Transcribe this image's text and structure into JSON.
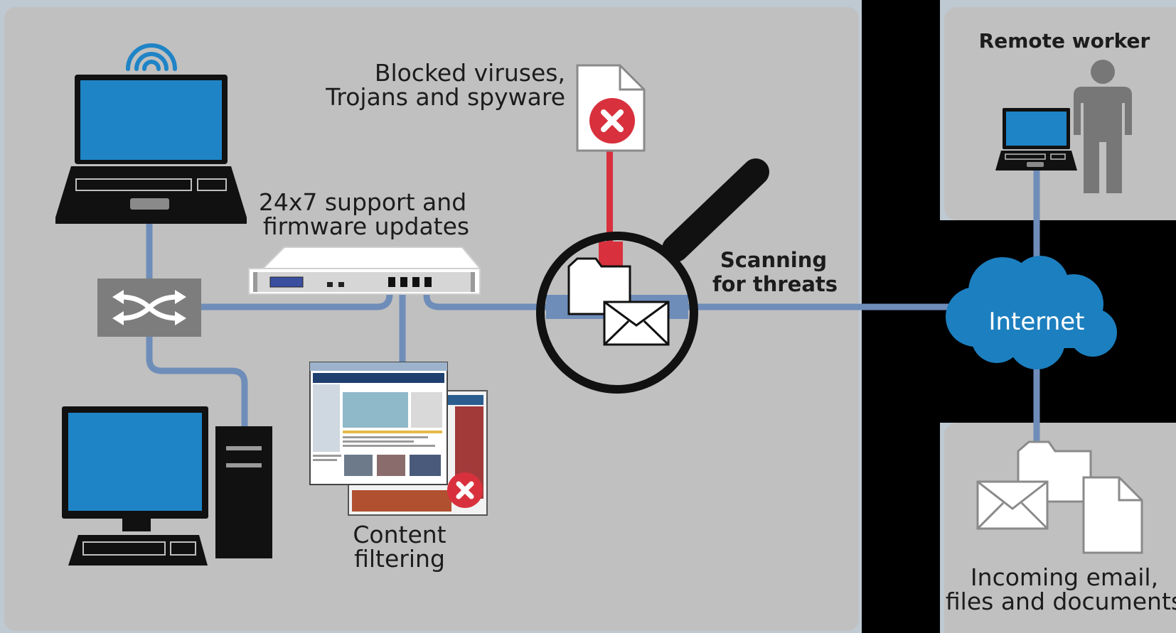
{
  "labels": {
    "blocked_line1": "Blocked viruses,",
    "blocked_line2": "Trojans and spyware",
    "support_line1": "24x7 support and",
    "support_line2": "firmware updates",
    "scanning_line1": "Scanning",
    "scanning_line2": "for threats",
    "content_line1": "Content",
    "content_line2": "filtering",
    "remote_worker": "Remote worker",
    "internet": "Internet",
    "incoming_line1": "Incoming email,",
    "incoming_line2": "files and documents"
  },
  "colors": {
    "panel": "#c0c0c0",
    "frame": "#bfc9d2",
    "link_line": "#6f8db9",
    "threat_line": "#d8313d",
    "screen_blue": "#1f84c6",
    "cloud_blue": "#1c7fbf",
    "device_black": "#111111",
    "person_gray": "#777777",
    "switch_gray": "#7d7d7d"
  },
  "icons": [
    "wifi-icon",
    "laptop-icon",
    "network-switch-icon",
    "desktop-computer-icon",
    "firewall-appliance-icon",
    "blocked-document-icon",
    "magnifier-icon",
    "folder-icon",
    "envelope-icon",
    "browser-screenshot-icon",
    "cloud-icon",
    "person-icon",
    "document-icon"
  ]
}
